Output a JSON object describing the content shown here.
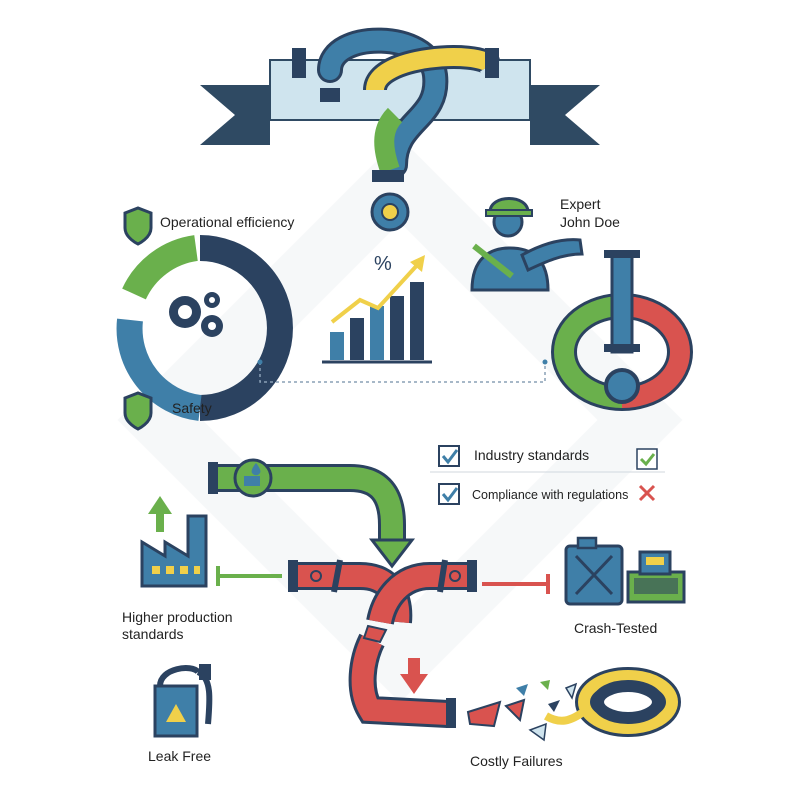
{
  "labels": {
    "operational_efficiency": "Operational efficiency",
    "safety": "Safety",
    "percent_symbol": "%",
    "expert_title": "Expert",
    "expert_name": "John Doe",
    "industry_standards": "Industry standards",
    "compliance": "Compliance with regulations",
    "higher_production_line1": "Higher production",
    "higher_production_line2": "standards",
    "crash_tested": "Crash-Tested",
    "leak_free": "Leak Free",
    "costly_failures": "Costly Failures"
  },
  "colors": {
    "blue": "#3f7fa8",
    "navy": "#2b4260",
    "green": "#6ab04c",
    "yellow": "#f0d04a",
    "red": "#d9534f",
    "light_blue": "#cfe4ee",
    "ribbon_dark": "#2f4a63"
  }
}
